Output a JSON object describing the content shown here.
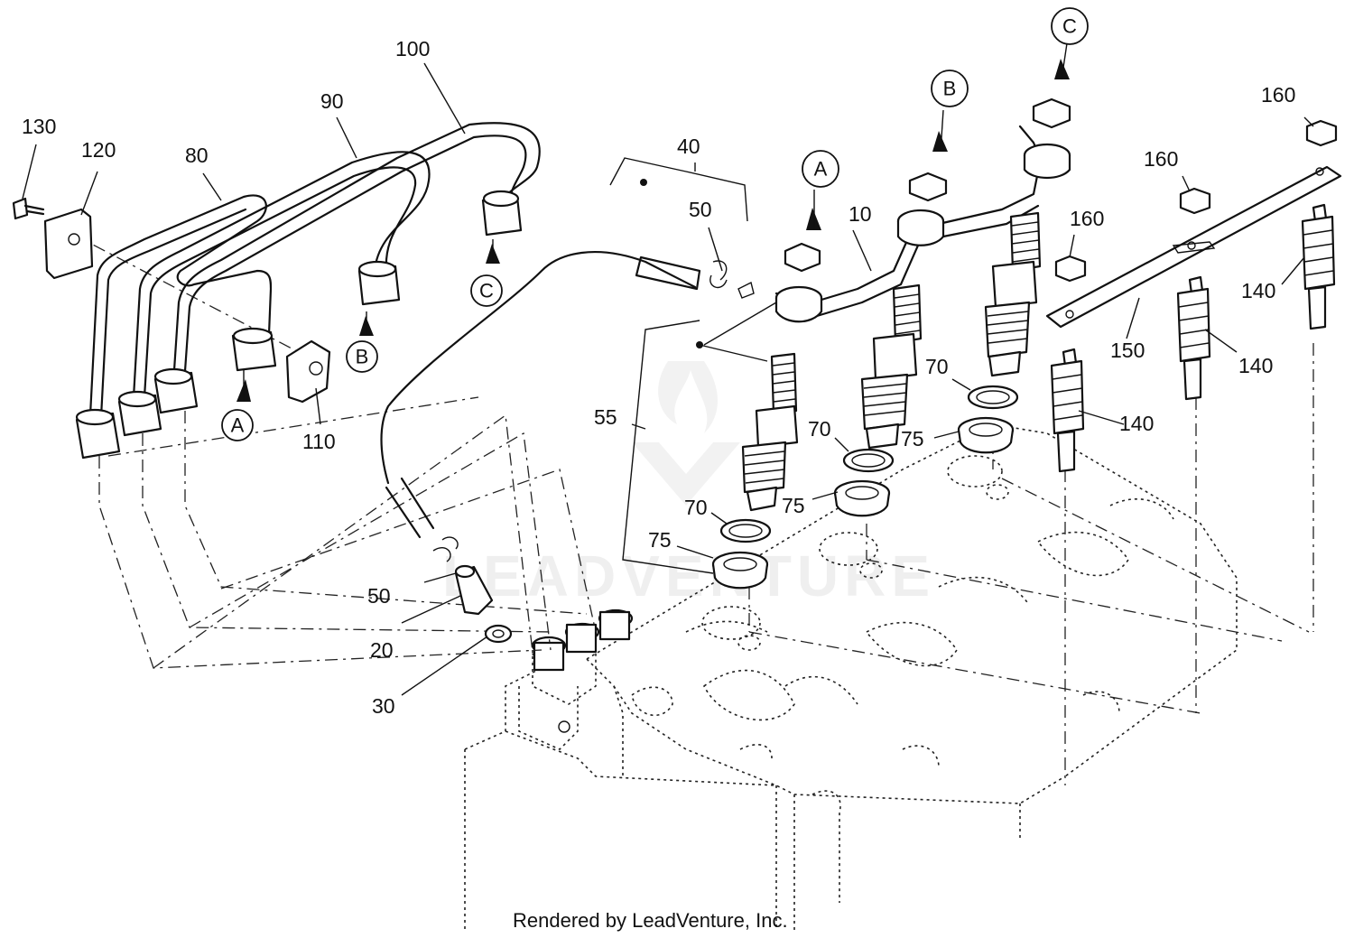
{
  "diagram": {
    "part_labels": [
      {
        "id": "p130",
        "text": "130"
      },
      {
        "id": "p120",
        "text": "120"
      },
      {
        "id": "p80",
        "text": "80"
      },
      {
        "id": "p90",
        "text": "90"
      },
      {
        "id": "p100",
        "text": "100"
      },
      {
        "id": "p110",
        "text": "110"
      },
      {
        "id": "p40",
        "text": "40"
      },
      {
        "id": "p50a",
        "text": "50"
      },
      {
        "id": "p50b",
        "text": "50"
      },
      {
        "id": "p20",
        "text": "20"
      },
      {
        "id": "p30",
        "text": "30"
      },
      {
        "id": "p55",
        "text": "55"
      },
      {
        "id": "p10",
        "text": "10"
      },
      {
        "id": "p70a",
        "text": "70"
      },
      {
        "id": "p75a",
        "text": "75"
      },
      {
        "id": "p70b",
        "text": "70"
      },
      {
        "id": "p75b",
        "text": "75"
      },
      {
        "id": "p70c",
        "text": "70"
      },
      {
        "id": "p75c",
        "text": "75"
      },
      {
        "id": "p160a",
        "text": "160"
      },
      {
        "id": "p160b",
        "text": "160"
      },
      {
        "id": "p160c",
        "text": "160"
      },
      {
        "id": "p140a",
        "text": "140"
      },
      {
        "id": "p140b",
        "text": "140"
      },
      {
        "id": "p140c",
        "text": "140"
      },
      {
        "id": "p150",
        "text": "150"
      }
    ],
    "callouts": [
      {
        "id": "cA1",
        "text": "A"
      },
      {
        "id": "cB1",
        "text": "B"
      },
      {
        "id": "cC1",
        "text": "C"
      },
      {
        "id": "cA2",
        "text": "A"
      },
      {
        "id": "cB2",
        "text": "B"
      },
      {
        "id": "cC2",
        "text": "C"
      }
    ],
    "watermark": "LEADVENTURE",
    "footer": "Rendered by LeadVenture, Inc."
  }
}
